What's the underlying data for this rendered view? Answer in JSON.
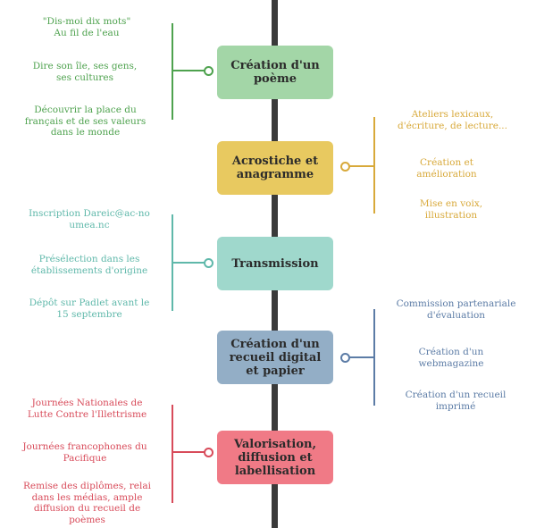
{
  "colors": {
    "spine": "#3a3a3a",
    "green": "#4ea24e",
    "yellow": "#d8a93a",
    "teal": "#5fb8aa",
    "blue": "#5c7ca6",
    "red": "#d84b5a",
    "box_green": "#a3d6a7",
    "box_yellow": "#e8c960",
    "box_teal": "#9fd8cc",
    "box_blue": "#93aec6",
    "box_red": "#f07a86"
  },
  "steps": [
    {
      "title": "Création d'un poème",
      "side": "left",
      "notes": [
        "\"Dis-moi dix mots\" Au fil de l'eau",
        "Dire son île, ses gens, ses cultures",
        "Découvrir la place du français et de ses valeurs dans le monde"
      ]
    },
    {
      "title": "Acrostiche et anagramme",
      "side": "right",
      "notes": [
        "Ateliers lexicaux, d'écriture, de lecture...",
        "Création et amélioration",
        "Mise en voix, illustration"
      ]
    },
    {
      "title": "Transmission",
      "side": "left",
      "notes": [
        "Inscription Dareic@ac-noumea.nc",
        "Présélection dans les établissements d'origine",
        "Dépôt sur Padlet avant le 15 septembre"
      ]
    },
    {
      "title": "Création d'un recueil digital et papier",
      "side": "right",
      "notes": [
        "Commission partenariale d'évaluation",
        "Création d'un webmagazine",
        "Création d'un recueil imprimé"
      ]
    },
    {
      "title": "Valorisation, diffusion et labellisation",
      "side": "left",
      "notes": [
        "Journées Nationales de Lutte Contre l'Illettrisme",
        "Journées francophones du Pacifique",
        "Remise des diplômes, relai dans les médias, ample diffusion du recueil de poèmes"
      ]
    }
  ]
}
